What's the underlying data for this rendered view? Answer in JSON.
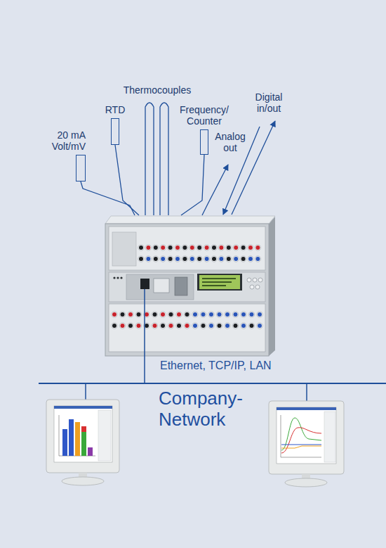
{
  "diagram": {
    "nodes": [
      {
        "text": [
          "20 mA Volt/mV"
        ]
      },
      {
        "text": [
          "RTD"
        ]
      },
      {
        "text": [
          "Frequency/ Counter"
        ]
      }
    ],
    "labels": [
      "Thermocouples",
      "Analog out",
      "Digital in/out",
      "Ethernet, TCP/IP, LAN",
      "Company- Network"
    ]
  }
}
